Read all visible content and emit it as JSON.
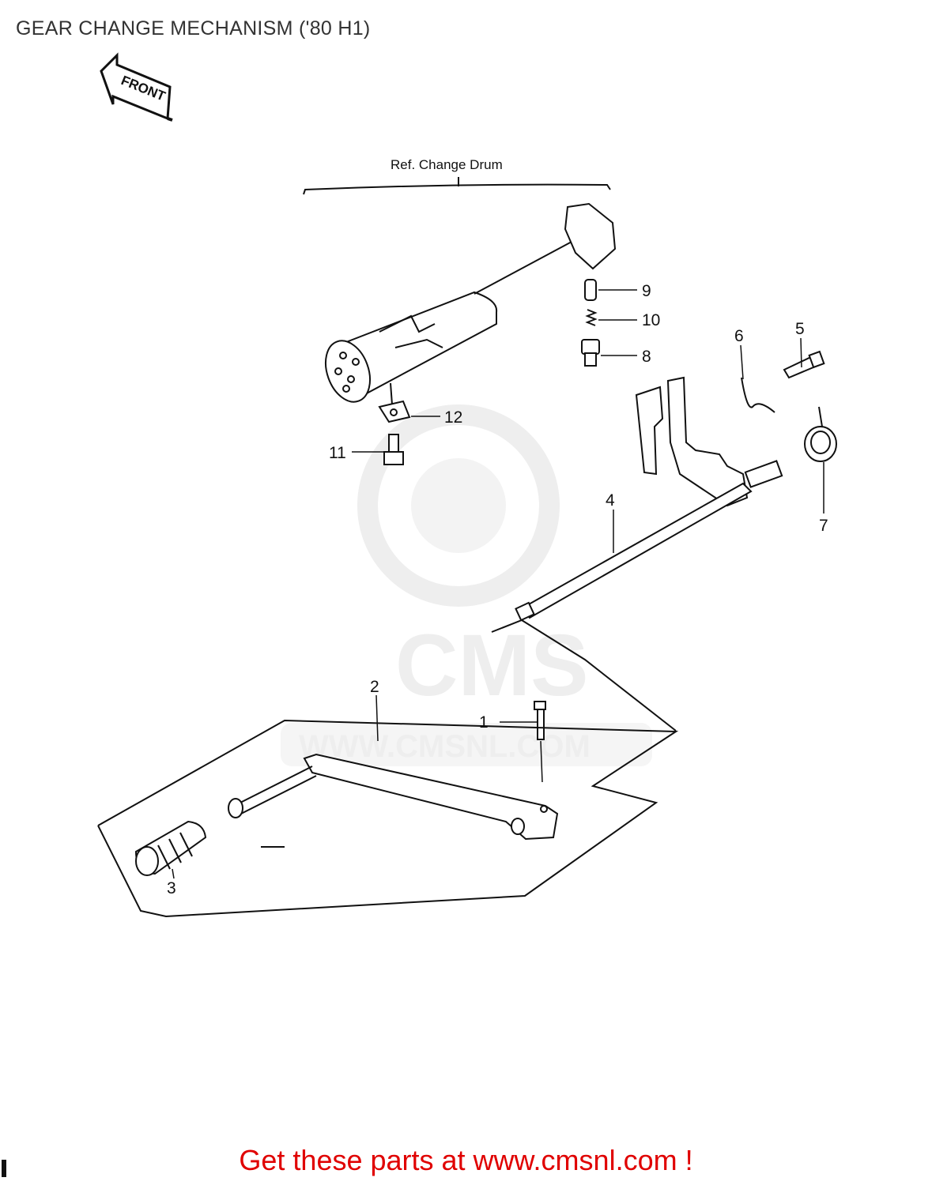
{
  "title": "GEAR CHANGE MECHANISM ('80 H1)",
  "front_label": "FRONT",
  "ref_label": "Ref. Change Drum",
  "callouts": [
    "1",
    "2",
    "3",
    "4",
    "5",
    "6",
    "7",
    "8",
    "9",
    "10",
    "11",
    "12"
  ],
  "watermark": {
    "logo": "CMS",
    "url": "WWW.CMSNL.COM"
  },
  "footer": "Get these parts at www.cmsnl.com !",
  "colors": {
    "footer": "#e00000",
    "line": "#111111",
    "watermark": "#eeeeee"
  }
}
